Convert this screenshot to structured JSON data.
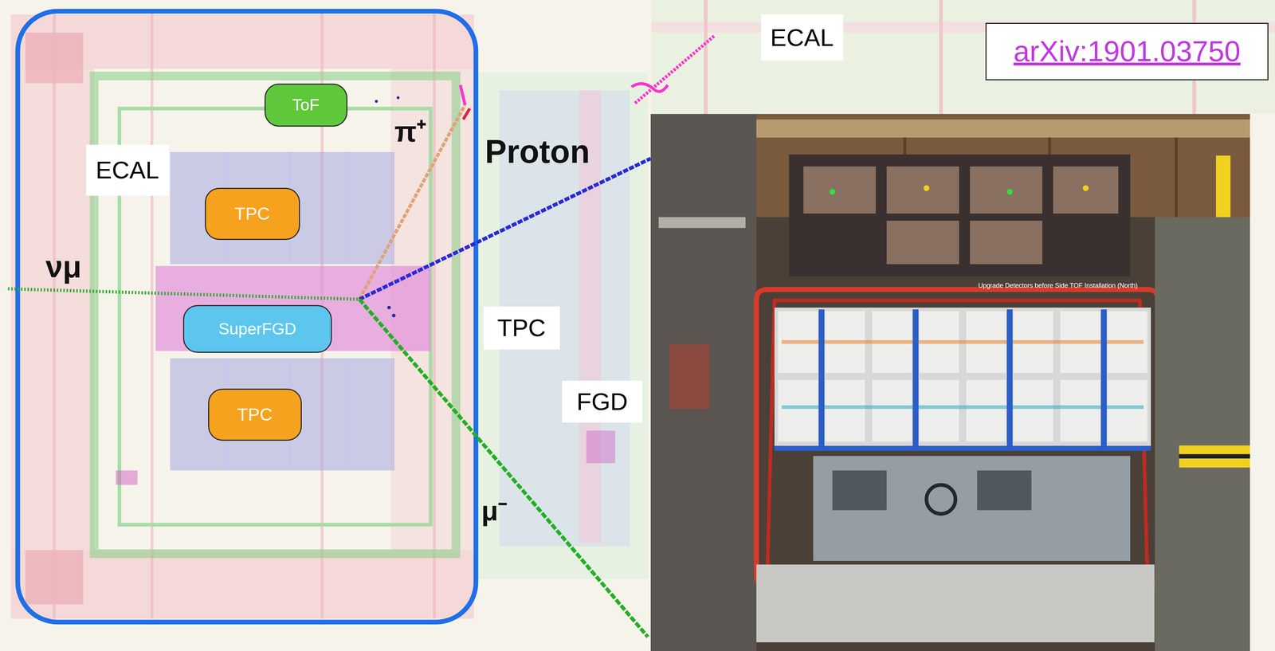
{
  "diagram": {
    "nodes": [
      {
        "text": [
          "ToF"
        ]
      },
      {
        "text": [
          "ECAL"
        ]
      },
      {
        "text": [
          "TPC"
        ]
      },
      {
        "text": [
          "SuperFGD"
        ]
      },
      {
        "text": [
          "TPC"
        ]
      },
      {
        "text": [
          "TPC"
        ]
      },
      {
        "text": [
          "FGD"
        ]
      },
      {
        "text": [
          "ECAL"
        ]
      },
      {
        "text": [
          "arXiv:1901.03750"
        ]
      }
    ],
    "labels": [
      "νμ",
      "π⁺",
      "Proton",
      "μ⁻",
      "Upgrade Detectors before Side TOF Installation (North)"
    ]
  }
}
